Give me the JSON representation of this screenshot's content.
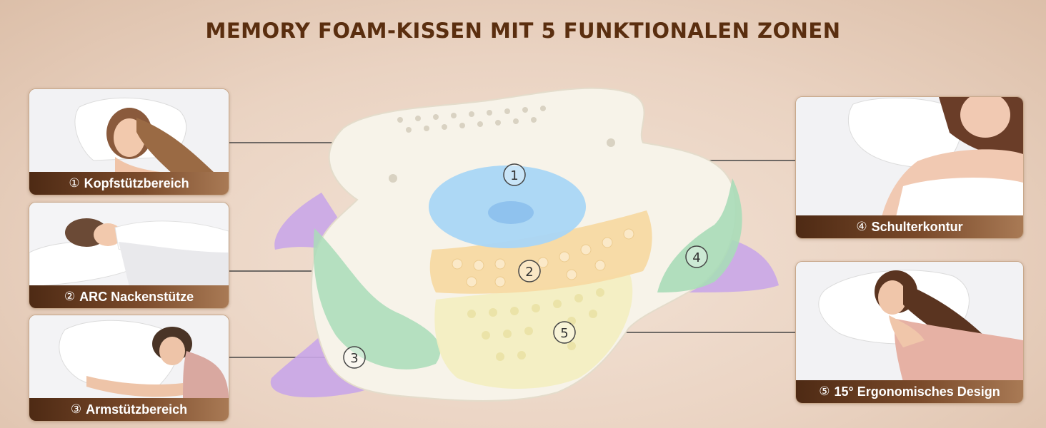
{
  "title": "MEMORY FOAM-KISSEN MIT 5 FUNKTIONALEN ZONEN",
  "markers": [
    "①",
    "②",
    "③",
    "④",
    "⑤"
  ],
  "cards": [
    {
      "num": "①",
      "label": "Kopfstützbereich"
    },
    {
      "num": "②",
      "label": "ARC Nackenstütze"
    },
    {
      "num": "③",
      "label": "Armstützbereich"
    },
    {
      "num": "④",
      "label": "Schulterkontur"
    },
    {
      "num": "⑤",
      "label": "15° Ergonomisches Design"
    }
  ],
  "colors": {
    "title": "#5a2e0f",
    "caption_dark": "#4e2a14",
    "zone_head": "#a9d6f5",
    "zone_neck": "#f7d9a3",
    "zone_arm": "#c9a6e8",
    "zone_shoulder": "#a9dcb8",
    "zone_design": "#f3eec0"
  }
}
